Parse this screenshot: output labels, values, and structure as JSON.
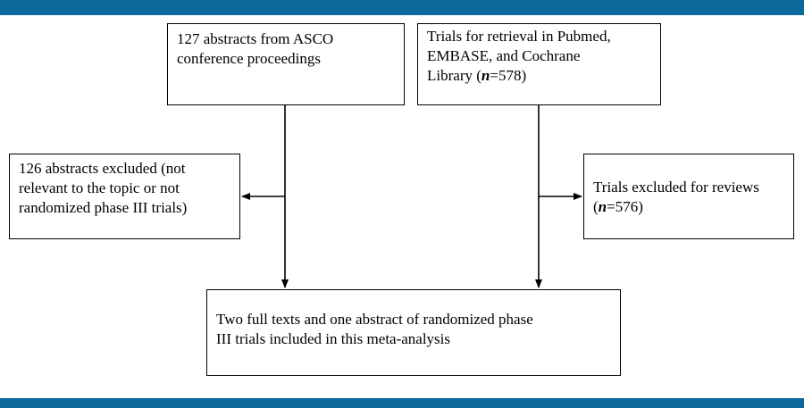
{
  "colors": {
    "banner": "#0b6a9b",
    "line": "#000000",
    "box_border": "#000000"
  },
  "diagram": {
    "asco_box": {
      "lines": [
        "127 abstracts from ASCO",
        "conference proceedings"
      ]
    },
    "databases_box": {
      "line1": "Trials for retrieval in Pubmed,",
      "line2": "EMBASE, and Cochrane",
      "line3_prefix": "Library (",
      "n_label": "n",
      "line3_suffix": "=578)"
    },
    "excluded_abstracts_box": {
      "lines": [
        "126 abstracts excluded (not",
        "relevant to the topic or not",
        "randomized phase III trials)"
      ]
    },
    "excluded_reviews_box": {
      "line1": "Trials excluded for reviews",
      "line2_prefix": "(",
      "n_label": "n",
      "line2_suffix": "=576)"
    },
    "included_box": {
      "lines": [
        "Two full texts and one abstract of randomized phase",
        "III trials included in this meta-analysis"
      ]
    }
  }
}
